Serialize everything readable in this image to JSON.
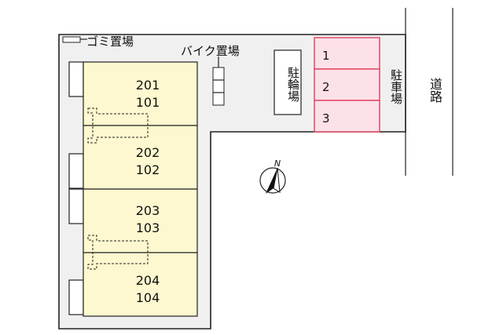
{
  "labels": {
    "garbage": "ゴミ置場",
    "bike": "バイク置場",
    "bicycle_parking": "駐輪場",
    "car_parking": "駐車場",
    "road": "道路",
    "north": "N"
  },
  "units": [
    {
      "upper": "201",
      "lower": "101"
    },
    {
      "upper": "202",
      "lower": "102"
    },
    {
      "upper": "203",
      "lower": "103"
    },
    {
      "upper": "204",
      "lower": "104"
    }
  ],
  "parking_spaces": [
    "1",
    "2",
    "3"
  ],
  "colors": {
    "unit_fill": "#fdf8cf",
    "parking_fill": "#fde1e8",
    "parking_stroke": "#e0405c",
    "site_fill": "#f0f0f0"
  }
}
